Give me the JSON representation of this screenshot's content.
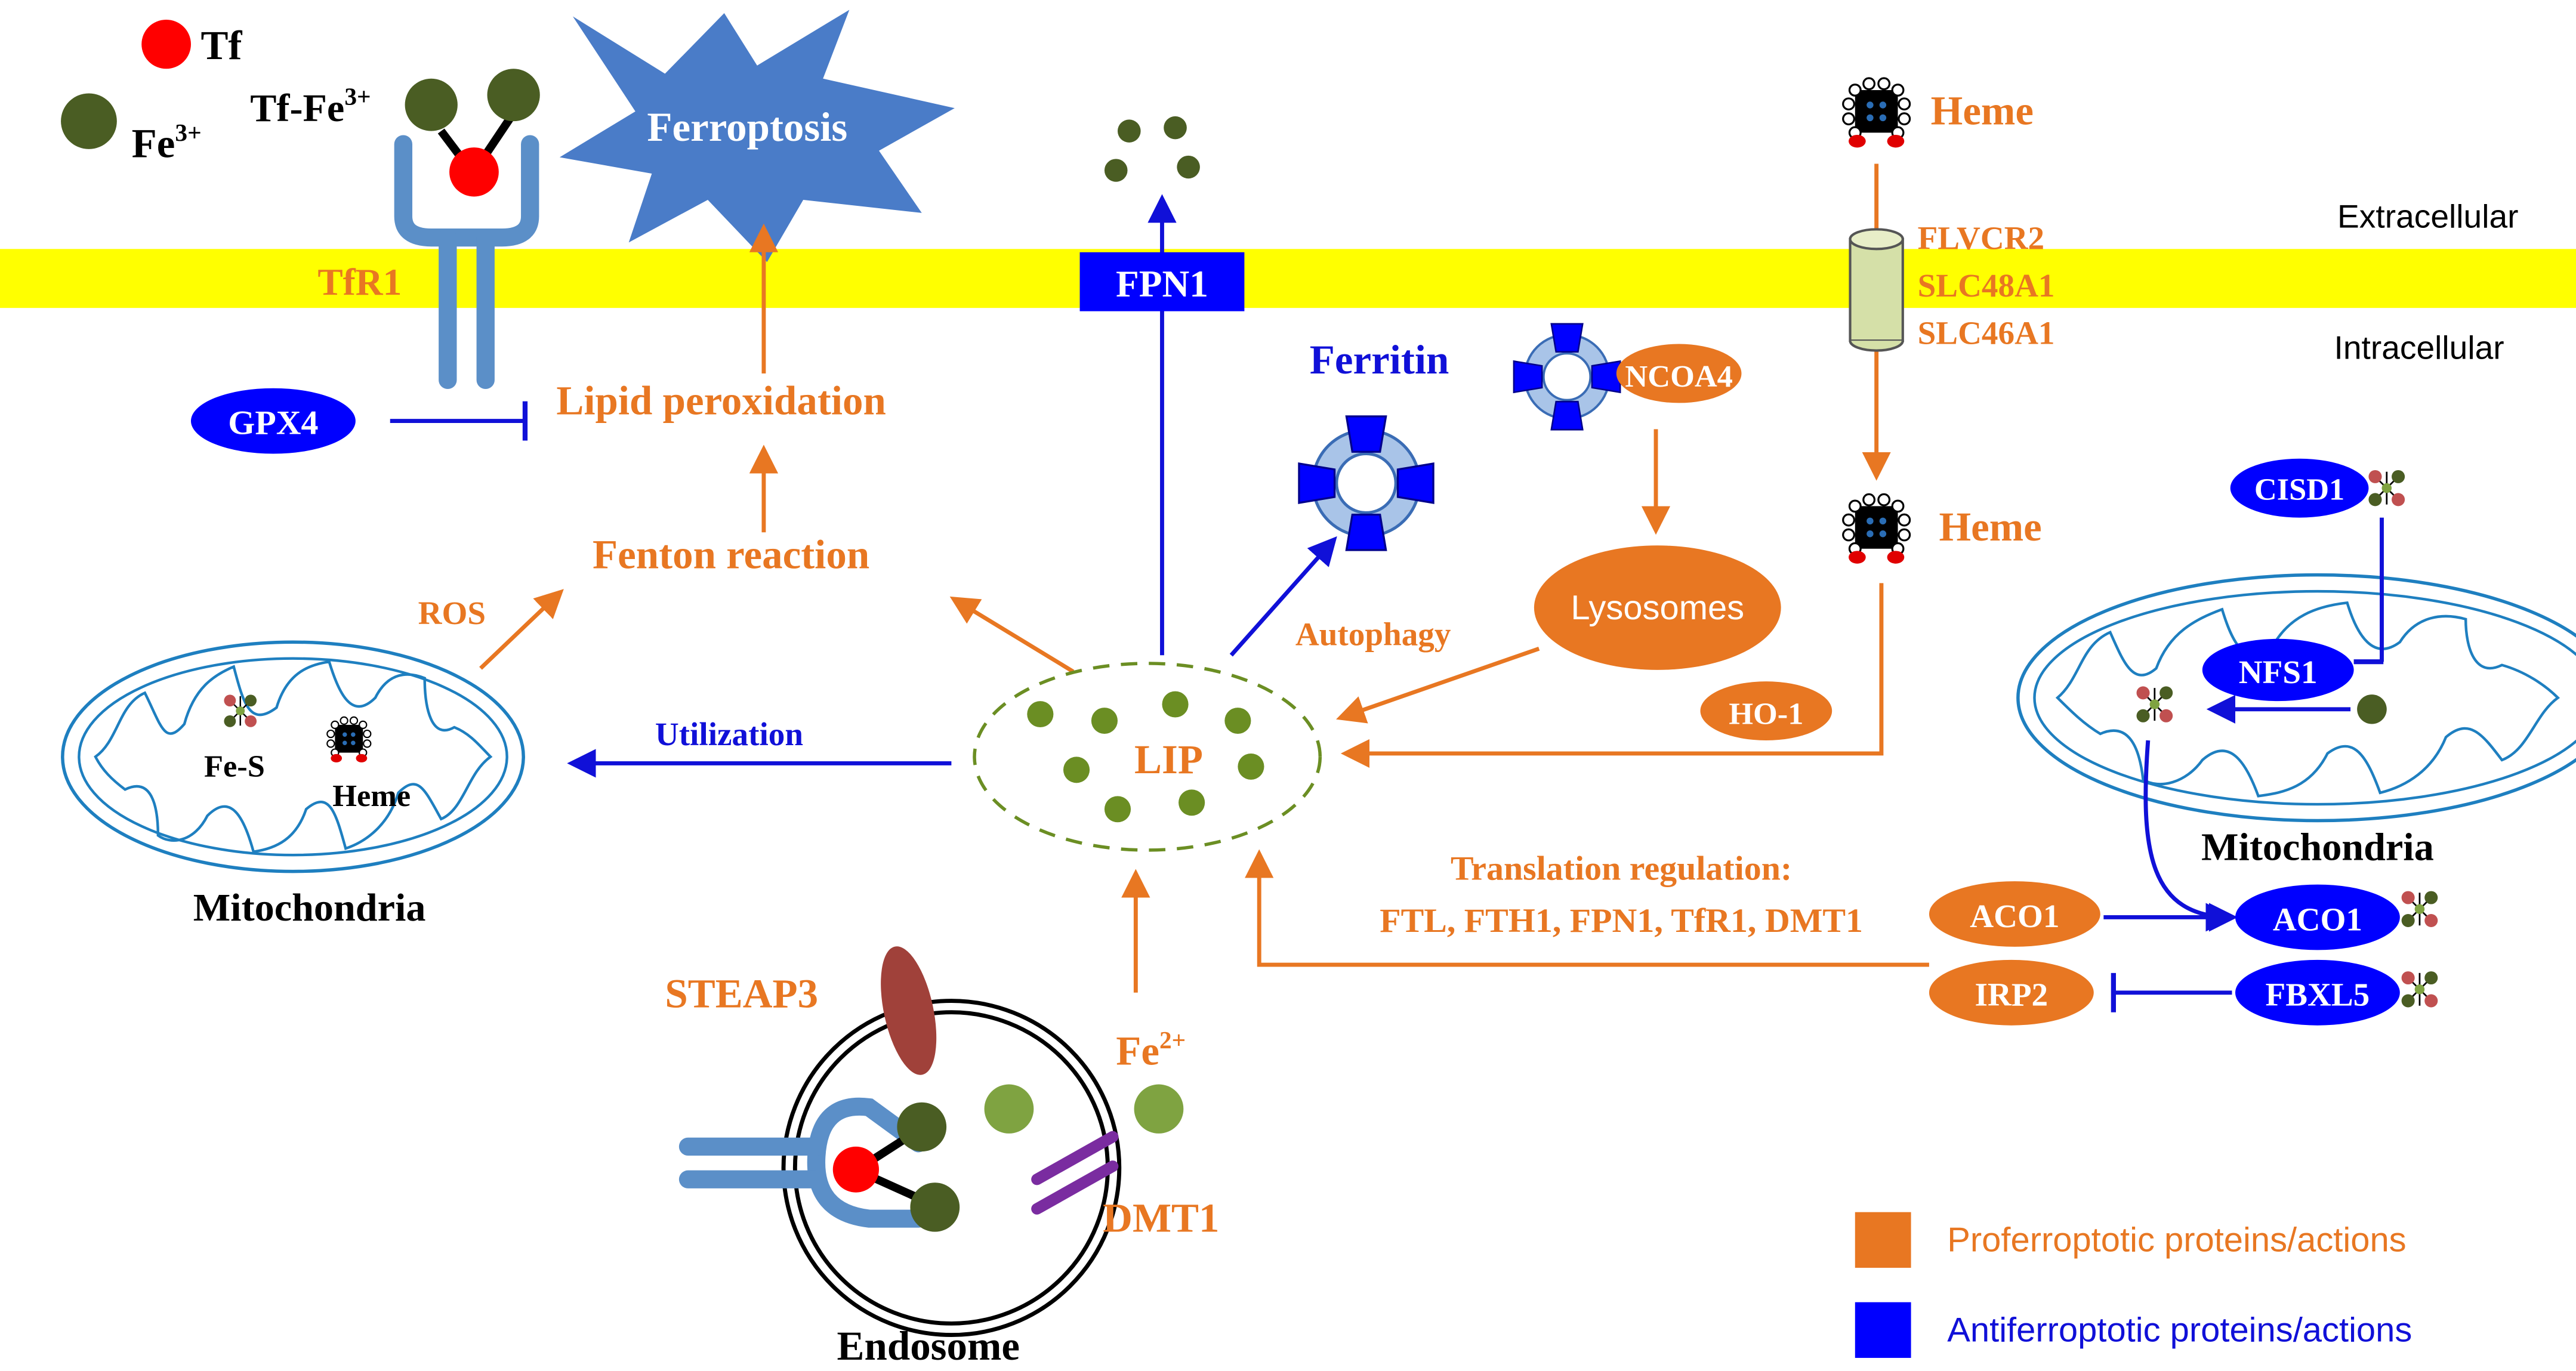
{
  "colors": {
    "pro": "#E87722",
    "anti": "#1010D8",
    "membrane": "#FFFF00",
    "iron_dark": "#4A5D23",
    "iron_light": "#7FA341",
    "tf_red": "#FF0000",
    "receptor": "#5B8FC8",
    "ferroptosis_burst": "#4A7CC8"
  },
  "legend_tf": "Tf",
  "legend_fe": "Fe",
  "legend_fe_sup": "3+",
  "tf_fe_label": "Tf-Fe",
  "tf_fe_sup": "3+",
  "ferroptosis": "Ferroptosis",
  "tfr1": "TfR1",
  "fpn1": "FPN1",
  "heme_top": "Heme",
  "transporters": [
    "FLVCR2",
    "SLC48A1",
    "SLC46A1"
  ],
  "extracellular": "Extracellular",
  "intracellular": "Intracellular",
  "gpx4": "GPX4",
  "lipid_peroxidation": "Lipid peroxidation",
  "ferritin": "Ferritin",
  "ncoa4": "NCOA4",
  "heme_mid": "Heme",
  "cisd1": "CISD1",
  "fenton": "Fenton reaction",
  "ros": "ROS",
  "autophagy": "Autophagy",
  "lysosomes": "Lysosomes",
  "nfs1": "NFS1",
  "ho1": "HO-1",
  "utilization": "Utilization",
  "lip": "LIP",
  "fes": "Fe-S",
  "heme_mito": "Heme",
  "mito_left": "Mitochondria",
  "mito_right": "Mitochondria",
  "translation_1": "Translation regulation:",
  "translation_2": "FTL, FTH1, FPN1, TfR1, DMT1",
  "aco1_pro": "ACO1",
  "aco1_anti": "ACO1",
  "irp2": "IRP2",
  "fbxl5": "FBXL5",
  "steap3": "STEAP3",
  "fe2": "Fe",
  "fe2_sup": "2+",
  "dmt1": "DMT1",
  "endosome": "Endosome",
  "legend_pro": "Proferroptotic proteins/actions",
  "legend_anti": "Antiferroptotic proteins/actions"
}
